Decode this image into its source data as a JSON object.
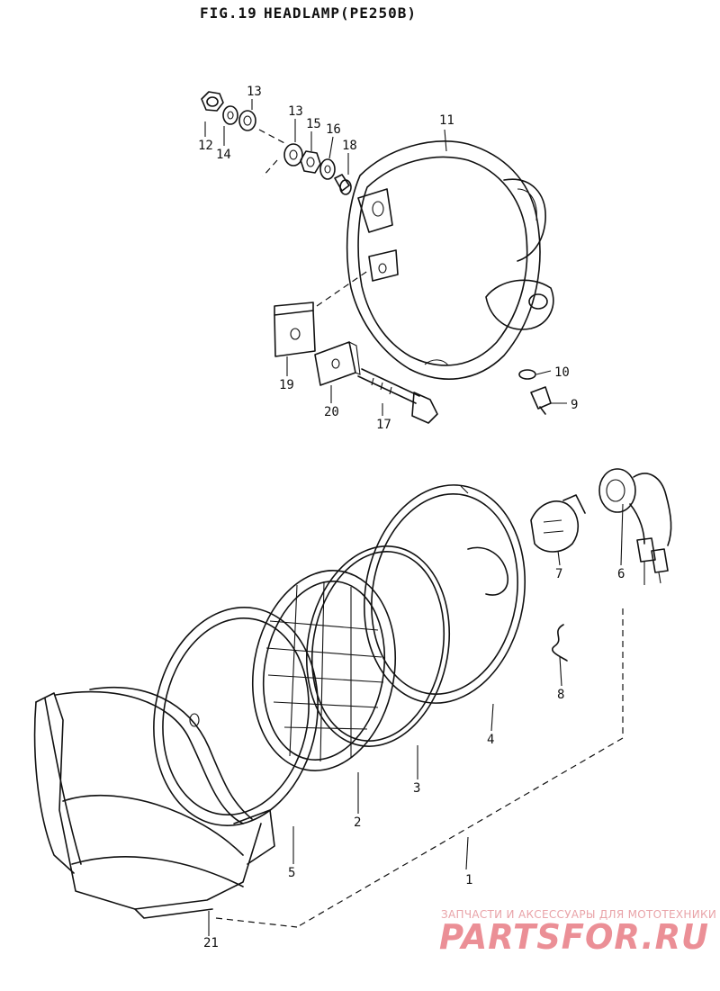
{
  "diagram": {
    "fig_label": "FIG.19",
    "title": "HEADLAMP",
    "model": "(PE250B)"
  },
  "callouts": [
    {
      "id": "c1",
      "number": "1"
    },
    {
      "id": "c2",
      "number": "2"
    },
    {
      "id": "c3",
      "number": "3"
    },
    {
      "id": "c4",
      "number": "4"
    },
    {
      "id": "c5",
      "number": "5"
    },
    {
      "id": "c6",
      "number": "6"
    },
    {
      "id": "c7",
      "number": "7"
    },
    {
      "id": "c8",
      "number": "8"
    },
    {
      "id": "c9",
      "number": "9"
    },
    {
      "id": "c10",
      "number": "10"
    },
    {
      "id": "c11",
      "number": "11"
    },
    {
      "id": "c12",
      "number": "12"
    },
    {
      "id": "c13a",
      "number": "13"
    },
    {
      "id": "c13b",
      "number": "13"
    },
    {
      "id": "c14",
      "number": "14"
    },
    {
      "id": "c15",
      "number": "15"
    },
    {
      "id": "c16",
      "number": "16"
    },
    {
      "id": "c17",
      "number": "17"
    },
    {
      "id": "c18",
      "number": "18"
    },
    {
      "id": "c19",
      "number": "19"
    },
    {
      "id": "c20",
      "number": "20"
    },
    {
      "id": "c21",
      "number": "21"
    }
  ],
  "watermark": {
    "tagline": "ЗАПЧАСТИ И АКСЕССУАРЫ ДЛЯ МОТОТЕХНИКИ",
    "brand": "PARTSFOR.RU",
    "brand_color": "#eb8f96"
  }
}
